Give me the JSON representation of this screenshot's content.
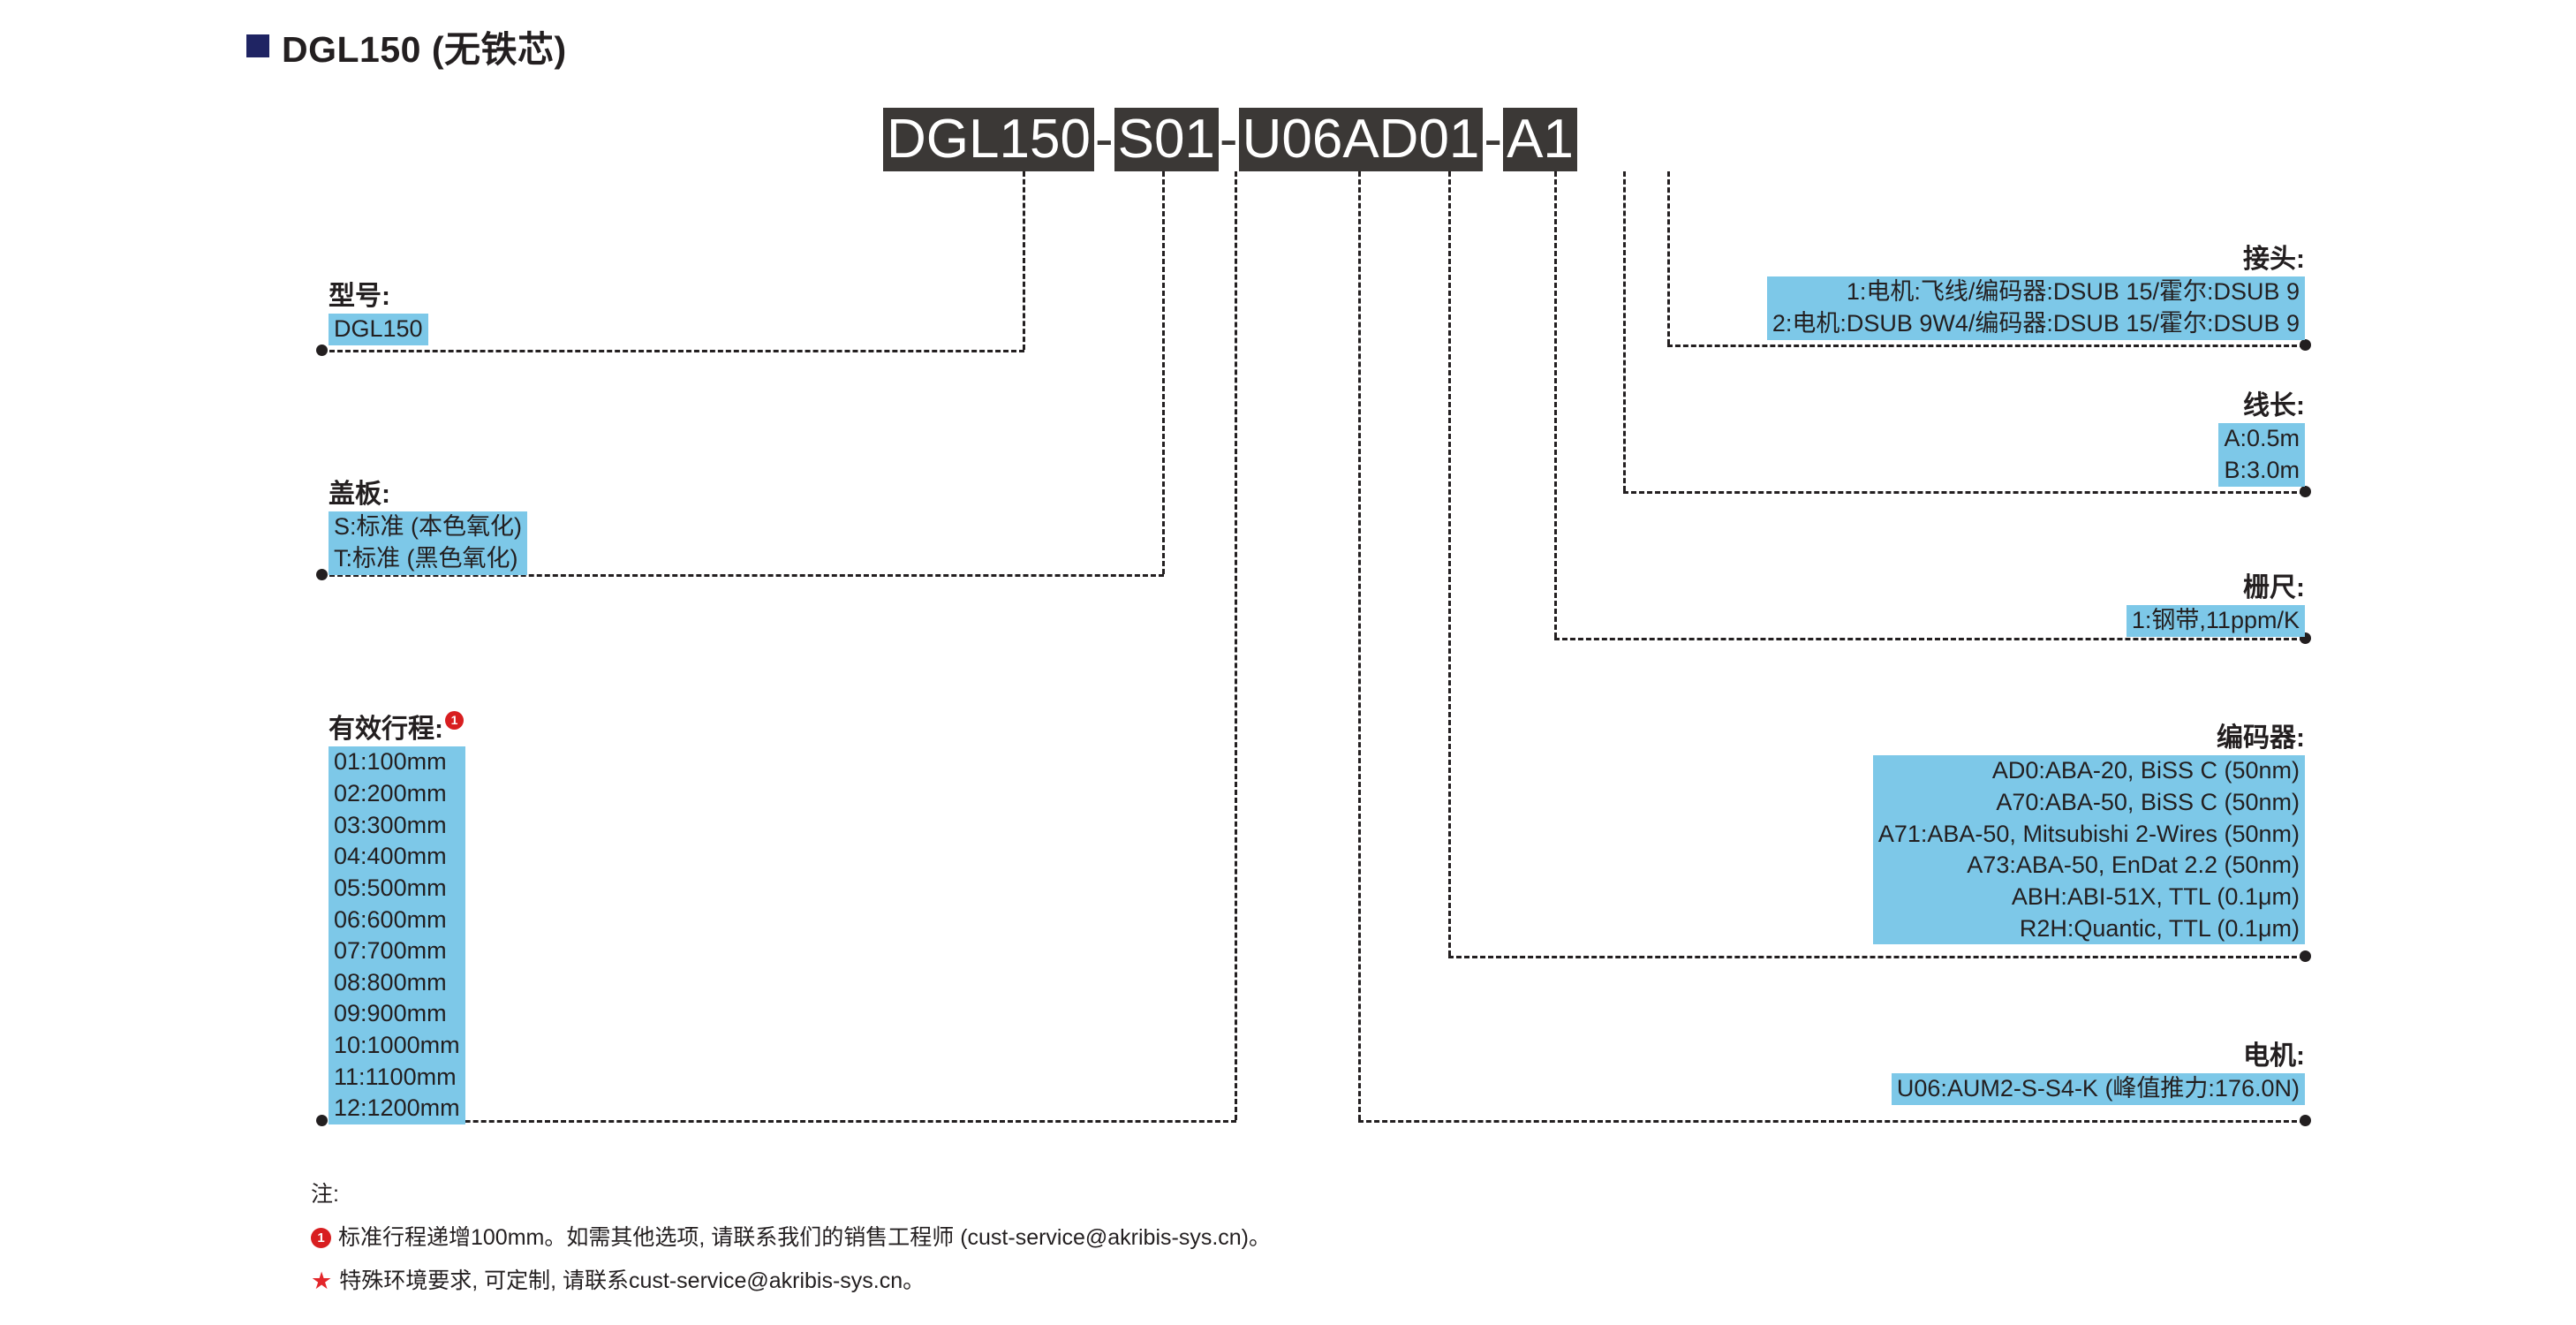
{
  "title": {
    "text": "DGL150 (无铁芯)",
    "marker_color": "#1f2463"
  },
  "part_number": {
    "segments": [
      "DGL150",
      "S01",
      "U06AD01",
      "A1"
    ],
    "separator": "-",
    "full": "DGL150-S01-U06AD01-A1",
    "box_color": "#3b3836",
    "text_color": "#ffffff"
  },
  "highlight_color": "#7dc8e8",
  "groups": {
    "model": {
      "title": "型号:",
      "options": [
        "DGL150"
      ]
    },
    "cover_plate": {
      "title": "盖板:",
      "options": [
        "S:标准 (本色氧化)",
        "T:标准 (黑色氧化)"
      ]
    },
    "stroke": {
      "title": "有效行程:",
      "footnote_marker": "1",
      "options": [
        "01:100mm",
        "02:200mm",
        "03:300mm",
        "04:400mm",
        "05:500mm",
        "06:600mm",
        "07:700mm",
        "08:800mm",
        "09:900mm",
        "10:1000mm",
        "11:1100mm",
        "12:1200mm"
      ]
    },
    "connector": {
      "title": "接头:",
      "options": [
        "1:电机:飞线/编码器:DSUB 15/霍尔:DSUB 9",
        "2:电机:DSUB 9W4/编码器:DSUB 15/霍尔:DSUB 9"
      ]
    },
    "cable_length": {
      "title": "线长:",
      "options": [
        "A:0.5m",
        "B:3.0m"
      ]
    },
    "scale": {
      "title": "栅尺:",
      "options": [
        "1:钢带,11ppm/K"
      ]
    },
    "encoder": {
      "title": "编码器:",
      "options": [
        "AD0:ABA-20, BiSS C (50nm)",
        "A70:ABA-50, BiSS C (50nm)",
        "A71:ABA-50, Mitsubishi 2-Wires (50nm)",
        "A73:ABA-50, EnDat 2.2 (50nm)",
        "ABH:ABI-51X, TTL (0.1μm)",
        "R2H:Quantic, TTL (0.1μm)"
      ]
    },
    "motor": {
      "title": "电机:",
      "options": [
        "U06:AUM2-S-S4-K (峰值推力:176.0N)"
      ]
    }
  },
  "notes": {
    "heading": "注:",
    "items": [
      {
        "marker": "1",
        "marker_type": "circle",
        "text": "标准行程递增100mm。如需其他选项, 请联系我们的销售工程师 (cust-service@akribis-sys.cn)。"
      },
      {
        "marker": "★",
        "marker_type": "star",
        "text": "特殊环境要求, 可定制, 请联系cust-service@akribis-sys.cn。"
      }
    ]
  }
}
